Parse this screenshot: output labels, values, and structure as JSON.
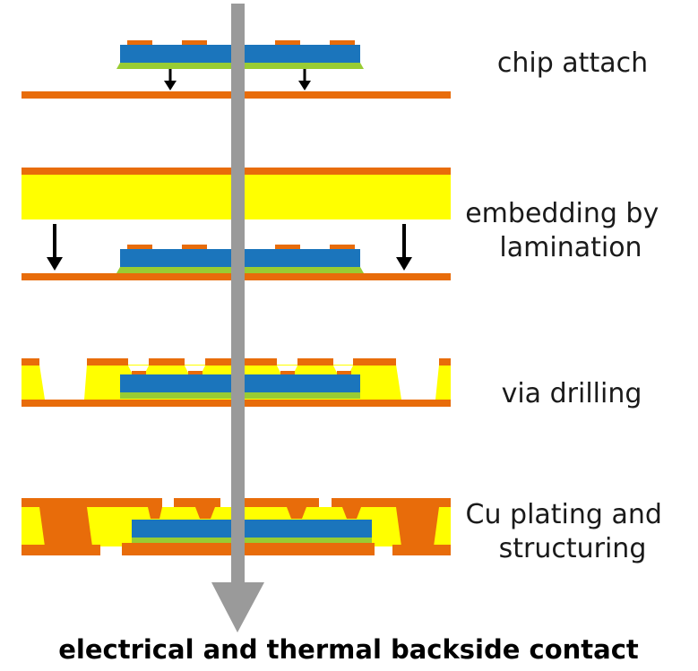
{
  "steps": [
    {
      "id": "chip-attach",
      "label_lines": [
        "chip attach"
      ]
    },
    {
      "id": "embedding",
      "label_lines": [
        "embedding by",
        "lamination"
      ]
    },
    {
      "id": "via-drilling",
      "label_lines": [
        "via drilling"
      ]
    },
    {
      "id": "cu-plating",
      "label_lines": [
        "Cu plating and",
        "structuring"
      ]
    }
  ],
  "bottom_label": "electrical and thermal backside contact",
  "colors": {
    "copper": "#e86c0a",
    "laminate": "#ffff00",
    "chip": "#1b75bc",
    "adhesive": "#99cc33",
    "arrow": "#9a9a9a",
    "pointer": "#000000"
  }
}
